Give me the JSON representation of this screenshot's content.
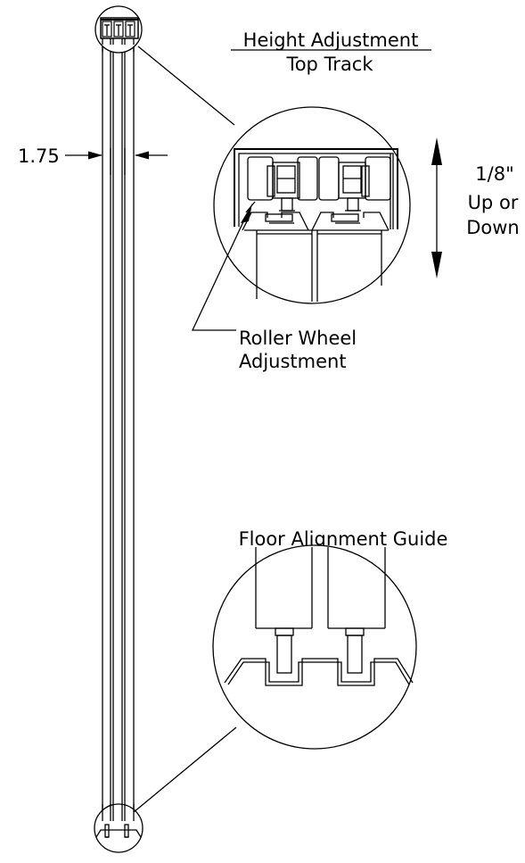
{
  "labels": {
    "height_adjustment": "Height Adjustment",
    "top_track": "Top Track",
    "dimension": "1.75",
    "travel_line1": "1/8\"",
    "travel_line2": "Up or",
    "travel_line3": "Down",
    "roller_line1": "Roller Wheel",
    "roller_line2": "Adjustment",
    "floor_guide": "Floor Alignment Guide"
  }
}
